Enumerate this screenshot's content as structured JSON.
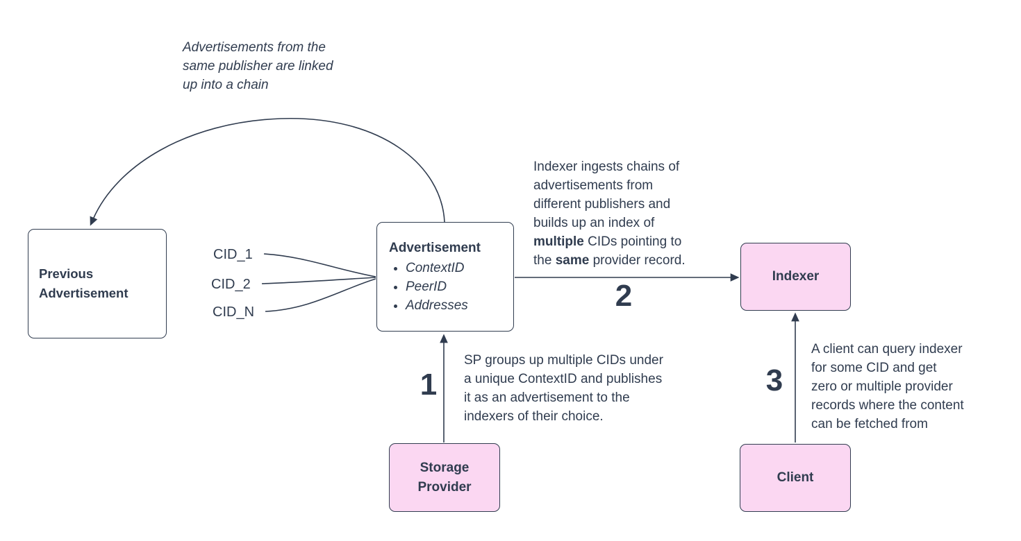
{
  "colors": {
    "ink": "#303c4f",
    "node_pink": "#fbd7f2",
    "node_white": "#ffffff"
  },
  "chain_note": "Advertisements from the\nsame publisher are linked\nup into a chain",
  "boxes": {
    "previous": {
      "title": "Previous Advertisement"
    },
    "advertisement": {
      "title": "Advertisement",
      "items": [
        "ContextID",
        "PeerID",
        "Addresses"
      ]
    },
    "indexer": {
      "title": "Indexer"
    },
    "storage_provider": {
      "title": "Storage\nProvider"
    },
    "client": {
      "title": "Client"
    }
  },
  "cids": [
    "CID_1",
    "CID_2",
    "CID_N"
  ],
  "steps": {
    "step1": {
      "label": "1",
      "note": "SP groups up multiple CIDs under\na unique ContextID and publishes\nit as an advertisement to the\nindexers of their choice."
    },
    "step2": {
      "label": "2",
      "note_s1": "Indexer ingests chains of\nadvertisements from\ndifferent publishers and\nbuilds up an index of\n",
      "note_b1": "multiple",
      "note_s2": " CIDs pointing to\nthe ",
      "note_b2": "same",
      "note_s3": " provider record."
    },
    "step3": {
      "label": "3",
      "note": "A client can query indexer\nfor some CID and get\nzero or multiple provider\nrecords where the content\ncan be fetched from"
    }
  }
}
